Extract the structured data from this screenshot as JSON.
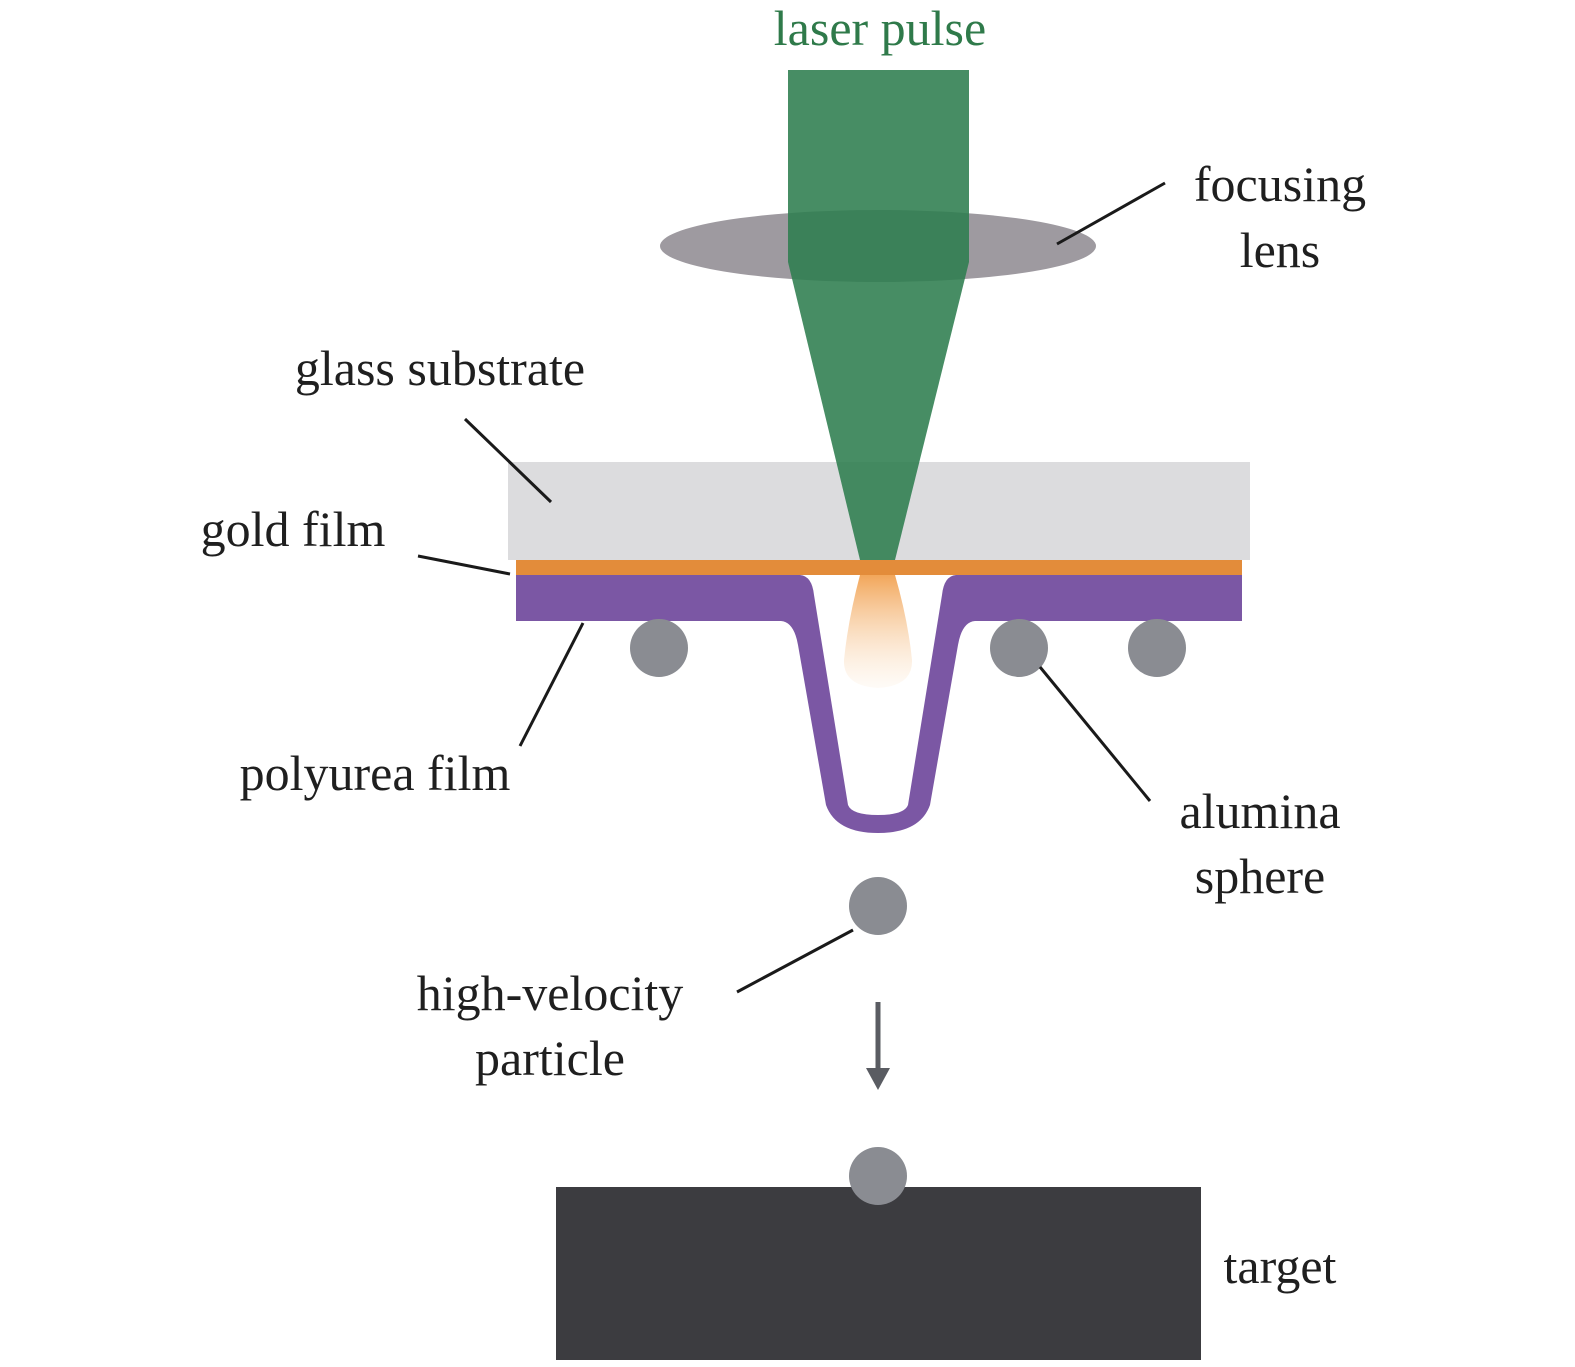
{
  "labels": {
    "laser_pulse": "laser pulse",
    "focusing_lens_1": "focusing",
    "focusing_lens_2": "lens",
    "glass_substrate": "glass substrate",
    "gold_film": "gold film",
    "polyurea_film": "polyurea film",
    "alumina_sphere_1": "alumina",
    "alumina_sphere_2": "sphere",
    "high_velocity_1": "high-velocity",
    "high_velocity_2": "particle",
    "target": "target"
  },
  "colors": {
    "laser": "#2e7d4f",
    "laser_label": "#2f7a4a",
    "lens": "#9e9aa0",
    "glass": "#dcdcde",
    "gold": "#e38c3a",
    "polyurea": "#7b57a4",
    "sphere": "#8a8c92",
    "target": "#3c3c40",
    "arrow": "#5a5c62"
  }
}
